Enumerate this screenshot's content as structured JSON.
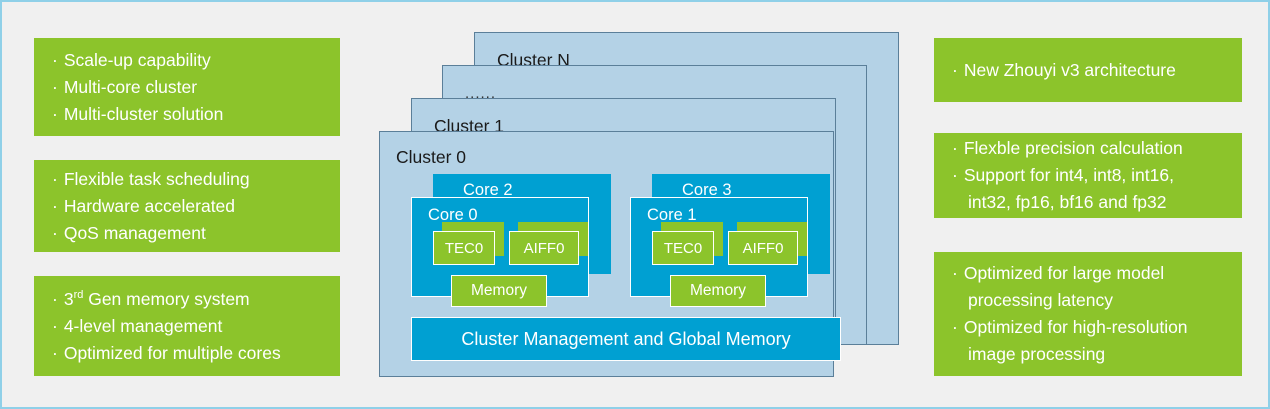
{
  "theme": {
    "background": "#f0f0f0",
    "frame_border": "#8fd0e8",
    "accent_green": "#8cc42b",
    "accent_blue": "#00a0d2",
    "cluster_fill": "#b4d2e6",
    "cluster_border": "#5b7f99",
    "text_on_color": "#ffffff",
    "text_dark": "#1a1a1a"
  },
  "left_features": [
    {
      "card": "scale-up",
      "lines": [
        {
          "bullet": "·",
          "text": "Scale-up capability"
        },
        {
          "bullet": "·",
          "text": "Multi-core cluster"
        },
        {
          "bullet": "·",
          "text": "Multi-cluster solution"
        }
      ]
    },
    {
      "card": "scheduling",
      "lines": [
        {
          "bullet": "·",
          "text": "Flexible task scheduling"
        },
        {
          "bullet": "·",
          "text": "Hardware accelerated"
        },
        {
          "bullet": "·",
          "text": "QoS management"
        }
      ]
    },
    {
      "card": "memory-system",
      "lines": [
        {
          "bullet": "·",
          "text_pre": "3",
          "superscript": "rd",
          "text_post": " Gen memory system"
        },
        {
          "bullet": "·",
          "text": "4-level management"
        },
        {
          "bullet": "·",
          "text": "Optimized for multiple cores"
        }
      ]
    }
  ],
  "right_features": [
    {
      "card": "architecture",
      "lines": [
        {
          "bullet": "·",
          "text": "New Zhouyi v3 architecture"
        }
      ]
    },
    {
      "card": "precision",
      "lines": [
        {
          "bullet": "·",
          "text": "Flexble precision calculation"
        },
        {
          "bullet": "·",
          "text": "Support for int4, int8, int16,"
        },
        {
          "continuation": true,
          "text": "int32, fp16, bf16 and fp32"
        }
      ]
    },
    {
      "card": "optimization",
      "lines": [
        {
          "bullet": "·",
          "text": "Optimized for large model"
        },
        {
          "continuation": true,
          "text": "processing latency"
        },
        {
          "bullet": "·",
          "text": "Optimized for high-resolution"
        },
        {
          "continuation": true,
          "text": "image processing"
        }
      ]
    }
  ],
  "diagram": {
    "clusters": [
      {
        "id": "cluster-n",
        "label": "Cluster N"
      },
      {
        "id": "cluster-ellipsis",
        "label": "......"
      },
      {
        "id": "cluster-1",
        "label": "Cluster 1"
      },
      {
        "id": "cluster-0",
        "label": "Cluster 0"
      }
    ],
    "core_groups": [
      {
        "id": "core-group-left",
        "back_core_label": "Core 2",
        "front_core_label": "Core 0",
        "units": [
          {
            "id": "tec",
            "label": "TEC0"
          },
          {
            "id": "aiff",
            "label": "AIFF0"
          }
        ],
        "memory_label": "Memory"
      },
      {
        "id": "core-group-right",
        "back_core_label": "Core 3",
        "front_core_label": "Core 1",
        "units": [
          {
            "id": "tec",
            "label": "TEC0"
          },
          {
            "id": "aiff",
            "label": "AIFF0"
          }
        ],
        "memory_label": "Memory"
      }
    ],
    "cluster_management_label": "Cluster Management and Global Memory"
  }
}
